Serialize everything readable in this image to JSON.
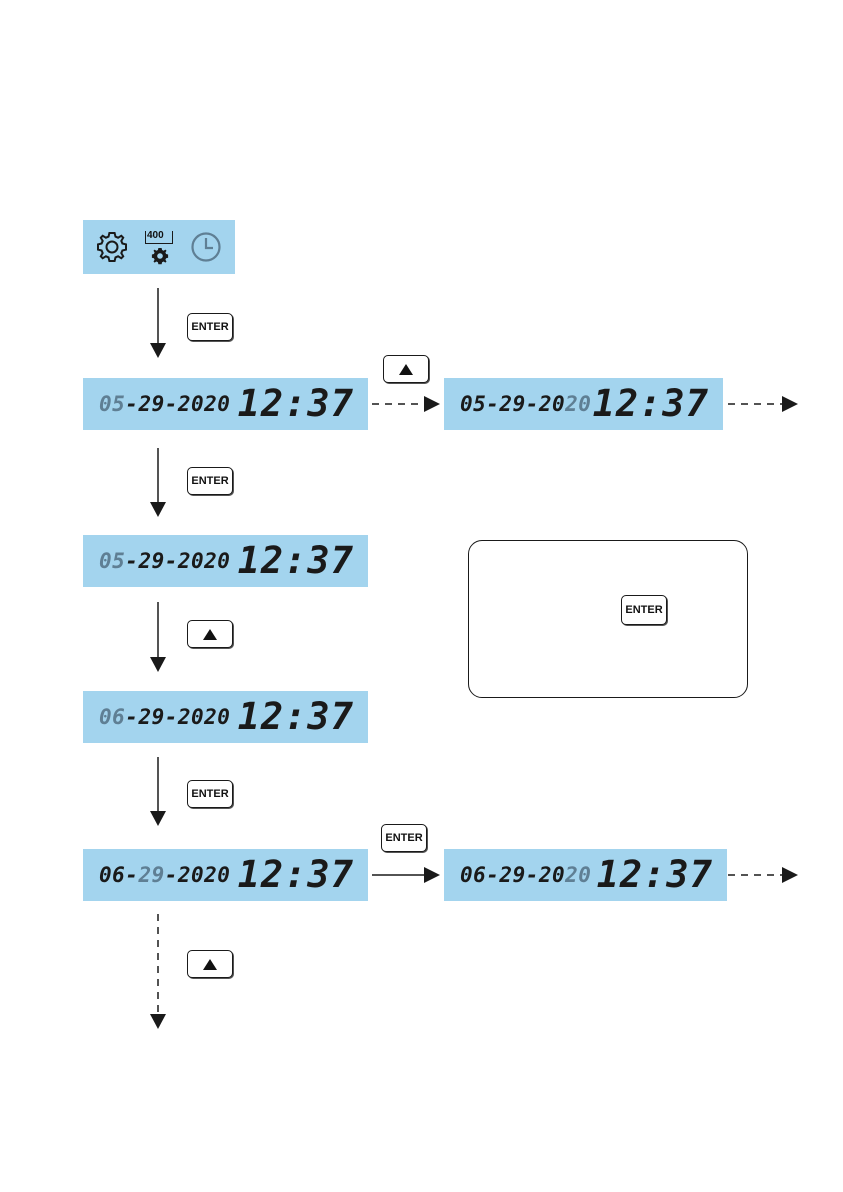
{
  "keys": {
    "enter_label": "ENTER"
  },
  "menu_icons": {
    "settings": "gear-icon",
    "calibration_value": "400",
    "clock": "clock-icon"
  },
  "colors": {
    "lcd_background": "#a3d4ee",
    "blinking_digit": "#5f7f94"
  },
  "screens": [
    {
      "date_hl": "05",
      "date_rest": "-29-2020",
      "time": "12:37"
    },
    {
      "date_pre": "05-29-20",
      "date_hl": "20",
      "time": "12:37"
    },
    {
      "date_hl": "05",
      "date_rest": "-29-2020",
      "time": "12:37"
    },
    {
      "date_hl": "06",
      "date_rest": "-29-2020",
      "time": "12:37"
    },
    {
      "date_pre": "06-",
      "date_hl": "29",
      "date_rest": "-2020",
      "time": "12:37"
    },
    {
      "date_pre": "06-29-20",
      "date_hl": "20",
      "time": "12:37"
    }
  ]
}
